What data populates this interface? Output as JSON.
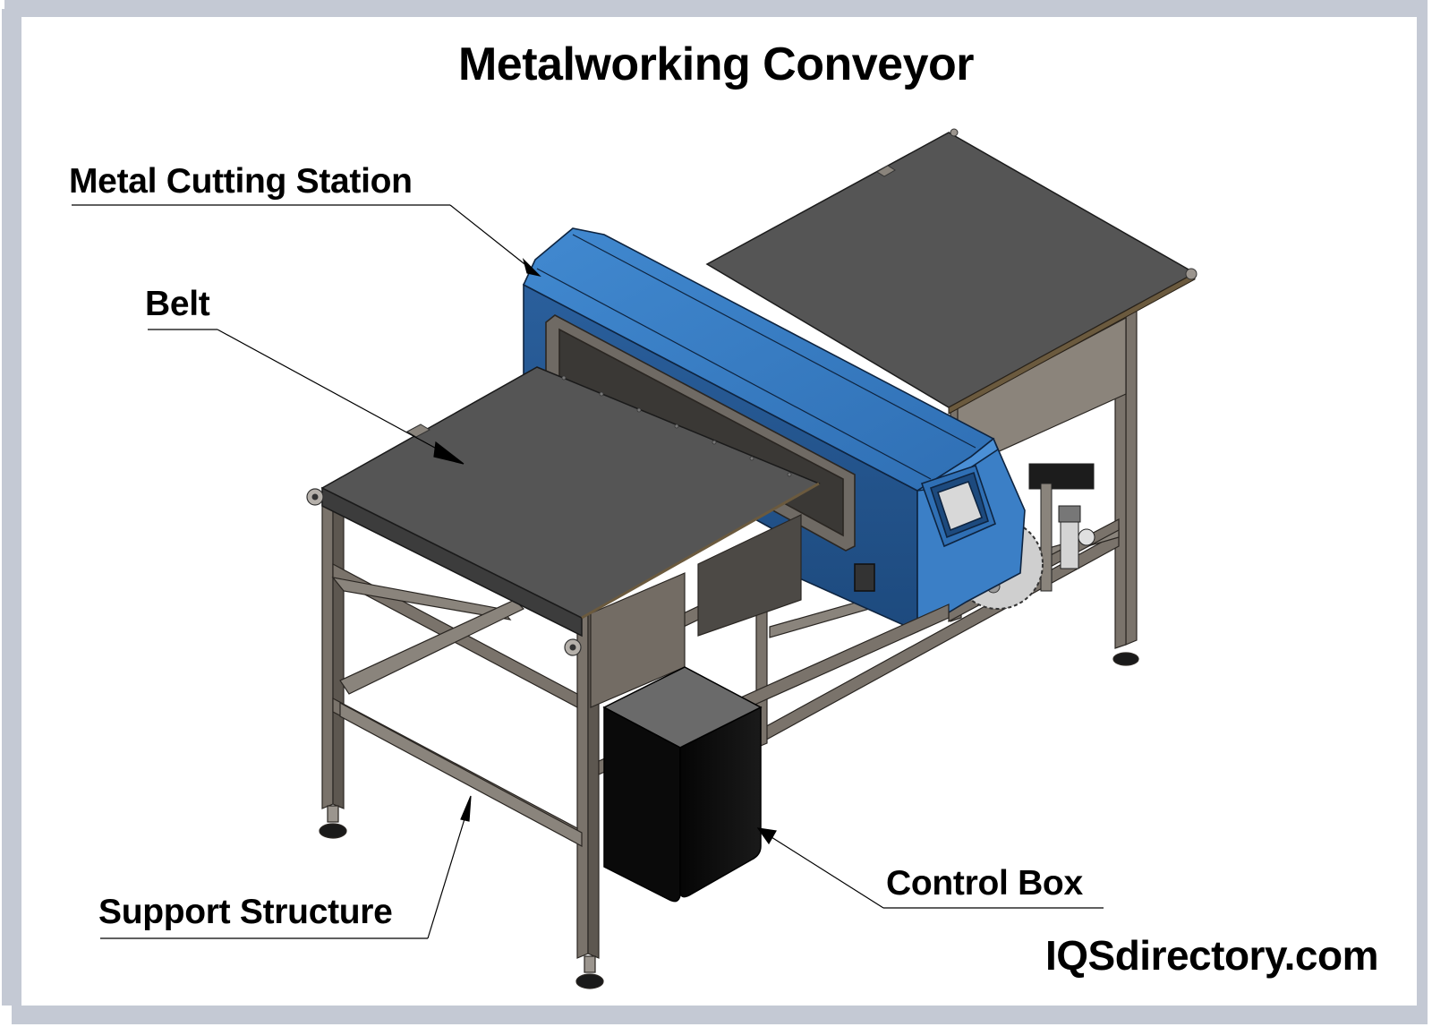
{
  "title": "Metalworking Conveyor",
  "labels": {
    "metal_cutting_station": "Metal Cutting Station",
    "belt": "Belt",
    "support_structure": "Support Structure",
    "control_box": "Control Box"
  },
  "brand": "IQSdirectory.com",
  "colors": {
    "frame": "#c4c9d4",
    "station_blue": "#3a7cc4",
    "station_blue_dark": "#1f4f86",
    "belt": "#555555",
    "frame_steel": "#7a736b",
    "control_box": "#111111",
    "screen": "#d8d8d8"
  },
  "components": [
    {
      "name": "Metal Cutting Station",
      "icon": "cutting-station-icon"
    },
    {
      "name": "Belt",
      "icon": "conveyor-belt-icon"
    },
    {
      "name": "Support Structure",
      "icon": "steel-frame-icon"
    },
    {
      "name": "Control Box",
      "icon": "control-box-icon"
    }
  ]
}
